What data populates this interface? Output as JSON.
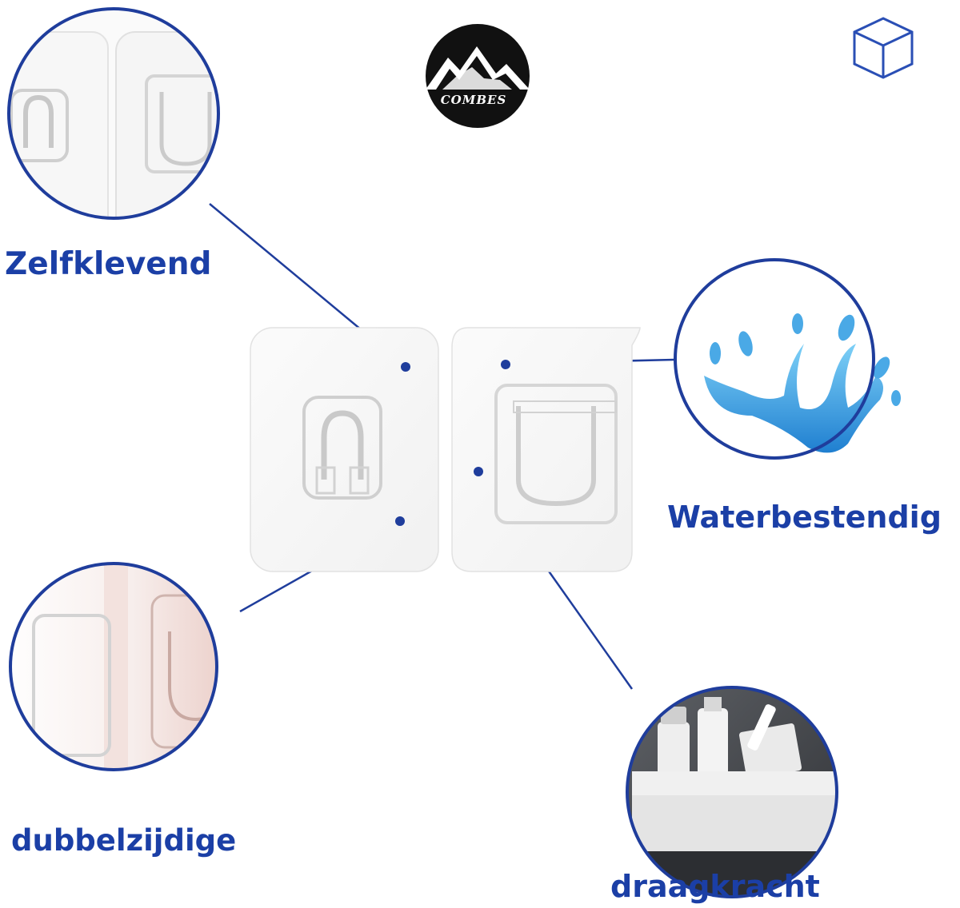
{
  "brand": {
    "name": "COMBES",
    "logo_icon": "mountain-logo-icon",
    "badge_icon": "cube-icon"
  },
  "features": [
    {
      "id": "self-adhesive",
      "label": "Zelfklevend",
      "icon": "adhesive-hook-closeup"
    },
    {
      "id": "waterproof",
      "label": "Waterbestendig",
      "icon": "water-splash-icon"
    },
    {
      "id": "double-sided",
      "label": "dubbelzijdige",
      "icon": "double-sided-closeup"
    },
    {
      "id": "load-capacity",
      "label": "draagkracht",
      "icon": "bathroom-shelf-photo"
    }
  ],
  "colors": {
    "accent": "#1b3fa6",
    "circle_border": "#1f3d9c",
    "logo": "#111111",
    "water": "#3fa7e6"
  }
}
